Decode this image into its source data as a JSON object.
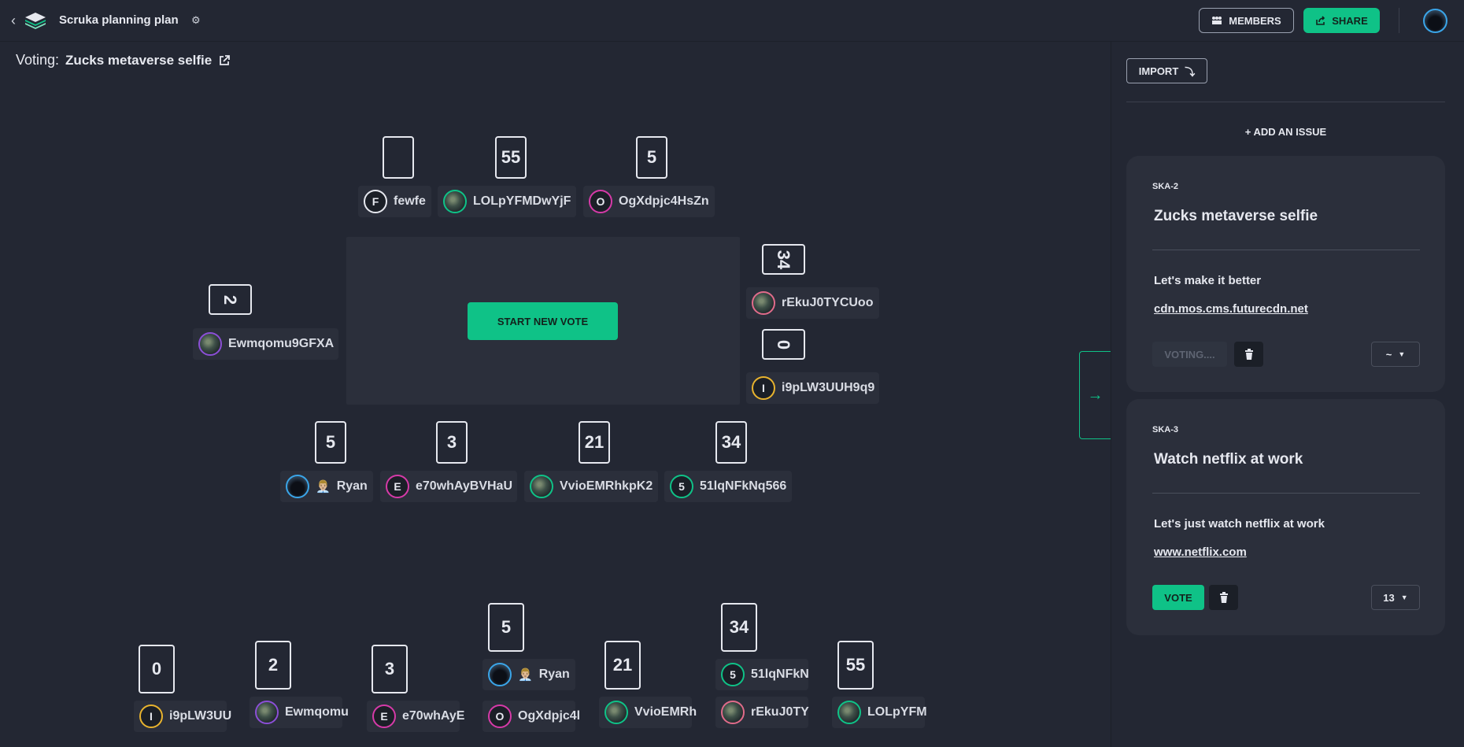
{
  "header": {
    "title": "Scruka planning plan",
    "members_label": "MEMBERS",
    "share_label": "SHARE"
  },
  "voting": {
    "prefix": "Voting:",
    "issue_name": "Zucks metaverse selfie"
  },
  "table": {
    "start_label": "START NEW VOTE"
  },
  "top_players": [
    {
      "card": "",
      "initial": "F",
      "name": "fewfe"
    },
    {
      "card": "55",
      "initial": "",
      "name": "LOLpYFMDwYjF"
    },
    {
      "card": "5",
      "initial": "O",
      "name": "OgXdpjc4HsZn"
    }
  ],
  "left_players": [
    {
      "card": "2",
      "initial": "",
      "name": "Ewmqomu9GFXA"
    }
  ],
  "right_players": [
    {
      "card": "34",
      "initial": "",
      "name": "rEkuJ0TYCUoo"
    },
    {
      "card": "0",
      "initial": "I",
      "name": "i9pLW3UUH9q9"
    }
  ],
  "bottom_players": [
    {
      "card": "5",
      "initial": "",
      "name": "Ryan",
      "emoji": "👨🏼‍💼"
    },
    {
      "card": "3",
      "initial": "E",
      "name": "e70whAyBVHaU"
    },
    {
      "card": "21",
      "initial": "",
      "name": "VvioEMRhkpK2"
    },
    {
      "card": "34",
      "initial": "5",
      "name": "51lqNFkNq566"
    }
  ],
  "results": [
    {
      "card": "0",
      "players": [
        {
          "initial": "I",
          "name": "i9pLW3UU"
        }
      ]
    },
    {
      "card": "2",
      "players": [
        {
          "initial": "",
          "name": "Ewmqomu"
        }
      ]
    },
    {
      "card": "3",
      "players": [
        {
          "initial": "E",
          "name": "e70whAyE"
        }
      ]
    },
    {
      "card": "5",
      "players": [
        {
          "initial": "",
          "name": "Ryan",
          "emoji": "👨🏼‍💼"
        },
        {
          "initial": "O",
          "name": "OgXdpjc4l"
        }
      ]
    },
    {
      "card": "21",
      "players": [
        {
          "initial": "",
          "name": "VvioEMRh"
        }
      ]
    },
    {
      "card": "34",
      "players": [
        {
          "initial": "5",
          "name": "51lqNFkN"
        },
        {
          "initial": "",
          "name": "rEkuJ0TY"
        }
      ]
    },
    {
      "card": "55",
      "players": [
        {
          "initial": "",
          "name": "LOLpYFM"
        }
      ]
    }
  ],
  "panel": {
    "import_label": "IMPORT",
    "add_issue_label": "+ ADD AN ISSUE",
    "issues": [
      {
        "key": "SKA-2",
        "title": "Zucks metaverse selfie",
        "description": "Let's make it better",
        "link": "cdn.mos.cms.futurecdn.net",
        "vote_label": "VOTING....",
        "story_points": "~"
      },
      {
        "key": "SKA-3",
        "title": "Watch netflix at work",
        "description": "Let's just watch netflix at work",
        "link": "www.netflix.com",
        "vote_label": "VOTE",
        "story_points": "13"
      }
    ]
  },
  "colors": {
    "accent": "#0fc287",
    "background": "#232733",
    "surface": "#2b2f3b"
  }
}
